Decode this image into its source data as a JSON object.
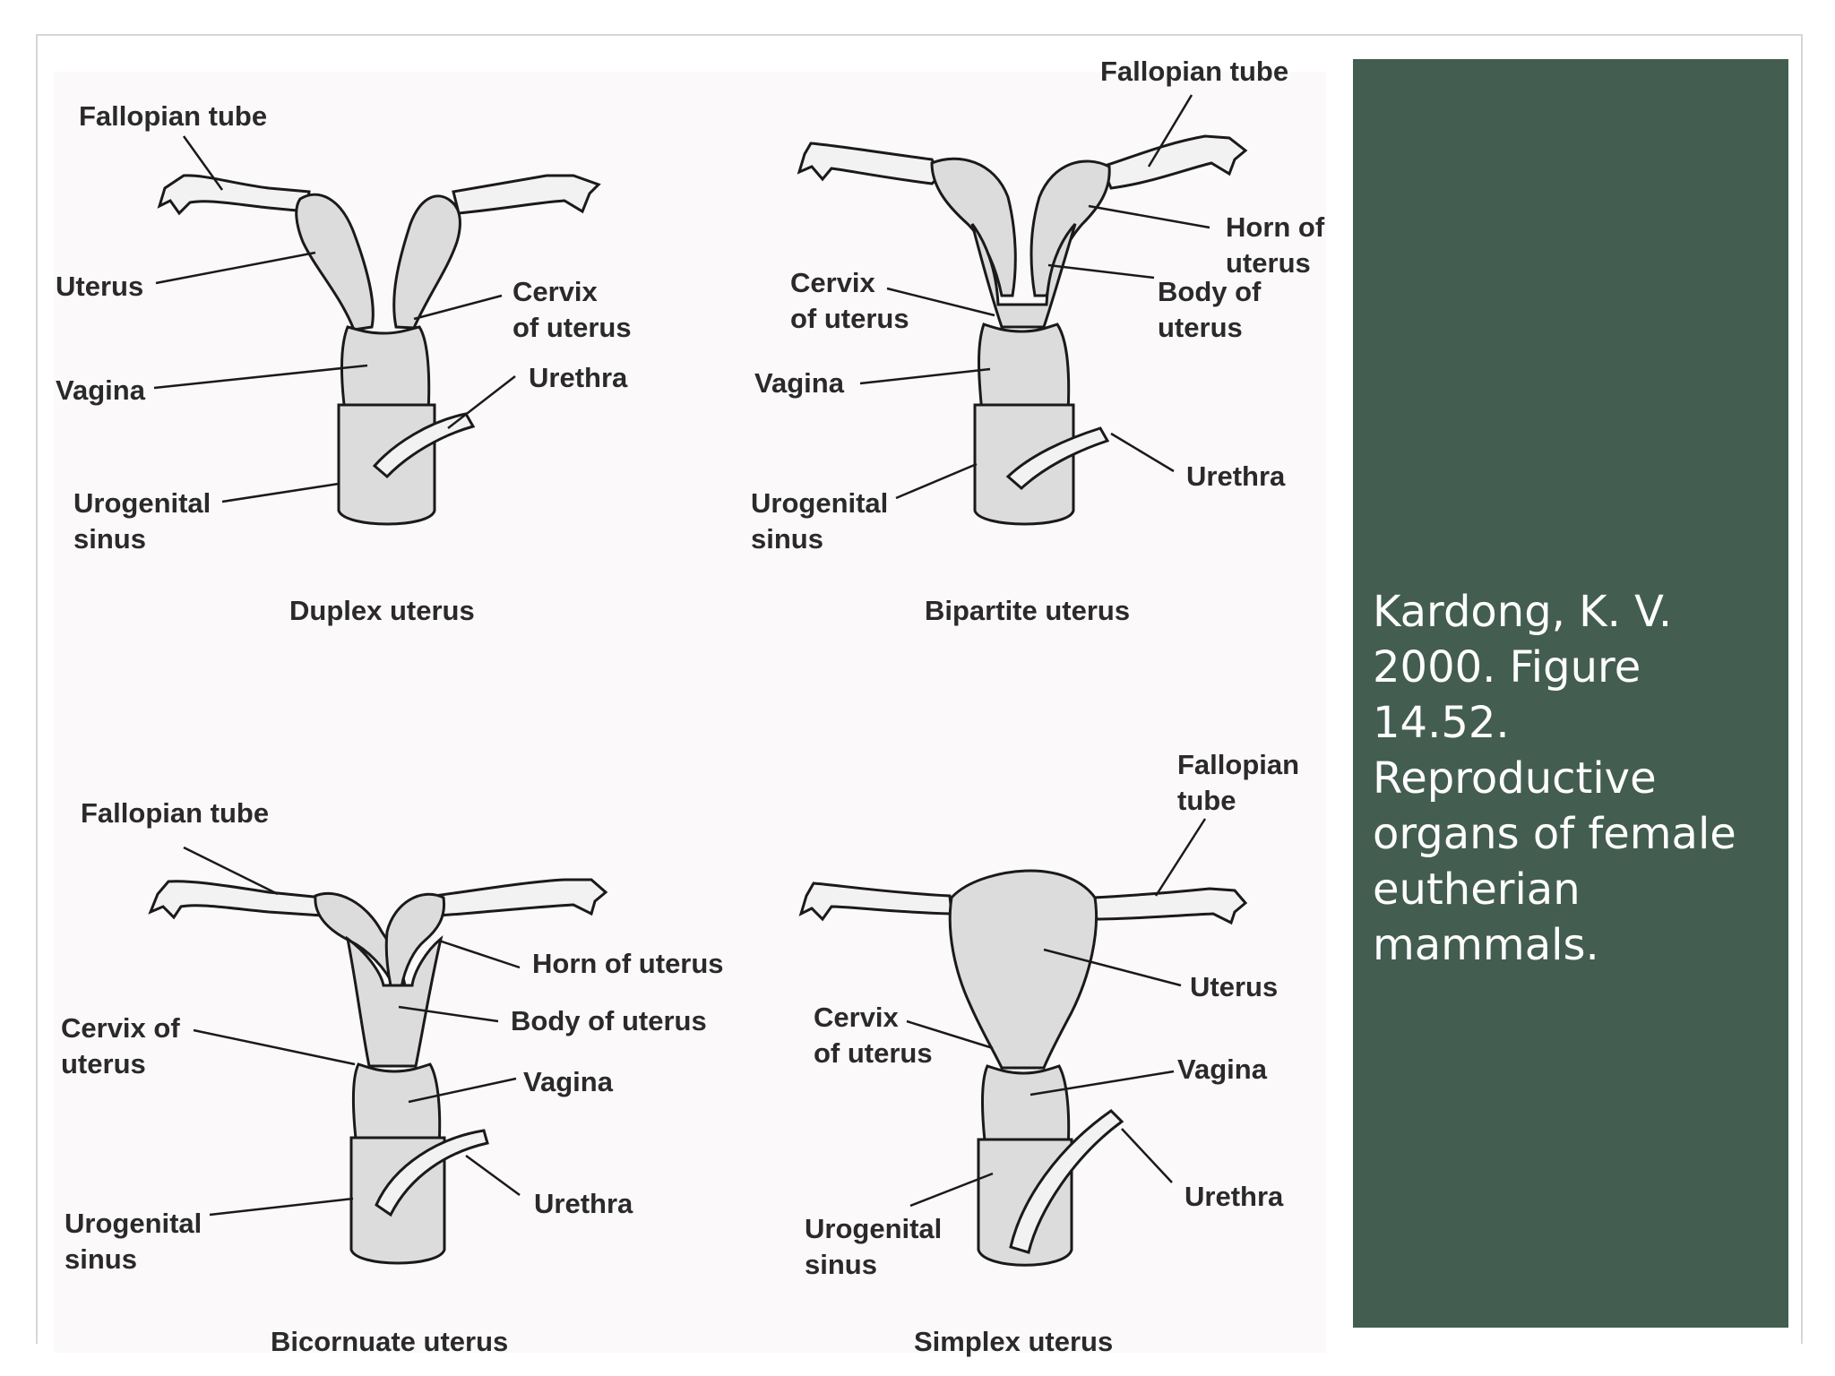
{
  "caption": "Kardong, K. V. 2000. Figure 14.52. Reproductive organs of female eutherian mammals.",
  "colors": {
    "panel": "#435d51",
    "caption_text": "#ffffff",
    "figure_background": "#fbf9f9"
  },
  "diagrams": {
    "duplex": {
      "title": "Duplex uterus",
      "labels": {
        "fallopian_tube": "Fallopian tube",
        "uterus": "Uterus",
        "cervix_line1": "Cervix",
        "cervix_line2": "of uterus",
        "vagina": "Vagina",
        "urethra": "Urethra",
        "urogenital_line1": "Urogenital",
        "urogenital_line2": "sinus"
      }
    },
    "bipartite": {
      "title": "Bipartite uterus",
      "labels": {
        "fallopian_tube": "Fallopian tube",
        "horn_line1": "Horn of",
        "horn_line2": "uterus",
        "body_line1": "Body of",
        "body_line2": "uterus",
        "cervix_line1": "Cervix",
        "cervix_line2": "of uterus",
        "vagina": "Vagina",
        "urethra": "Urethra",
        "urogenital_line1": "Urogenital",
        "urogenital_line2": "sinus"
      }
    },
    "bicornuate": {
      "title": "Bicornuate uterus",
      "labels": {
        "fallopian_tube": "Fallopian tube",
        "horn": "Horn of uterus",
        "body": "Body of uterus",
        "cervix_line1": "Cervix of",
        "cervix_line2": "uterus",
        "vagina": "Vagina",
        "urethra": "Urethra",
        "urogenital_line1": "Urogenital",
        "urogenital_line2": "sinus"
      }
    },
    "simplex": {
      "title": "Simplex uterus",
      "labels": {
        "fallopian_line1": "Fallopian",
        "fallopian_line2": "tube",
        "uterus": "Uterus",
        "cervix_line1": "Cervix",
        "cervix_line2": "of uterus",
        "vagina": "Vagina",
        "urethra": "Urethra",
        "urogenital_line1": "Urogenital",
        "urogenital_line2": "sinus"
      }
    }
  }
}
